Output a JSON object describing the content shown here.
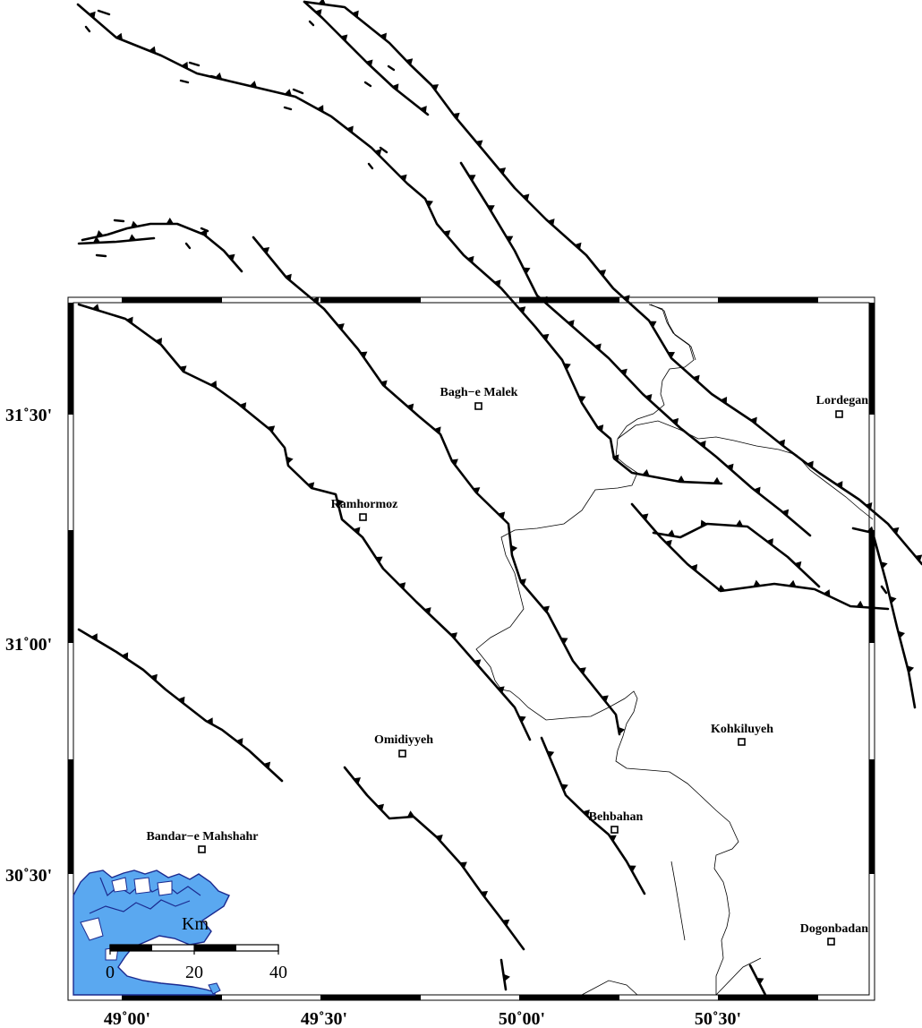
{
  "map": {
    "cities": [
      {
        "id": "bagh-e-malek",
        "name": "Bagh−e Malek"
      },
      {
        "id": "lordegan",
        "name": "Lordegan"
      },
      {
        "id": "ramhormoz",
        "name": "Ramhormoz"
      },
      {
        "id": "omidiyyeh",
        "name": "Omidiyyeh"
      },
      {
        "id": "kohkiluyeh",
        "name": "Kohkiluyeh"
      },
      {
        "id": "behbahan",
        "name": "Behbahan"
      },
      {
        "id": "bandar-e-mahshahr",
        "name": "Bandar−e Mahshahr"
      },
      {
        "id": "dogonbadan",
        "name": "Dogonbadan"
      }
    ],
    "lat_labels": [
      "31˚30'",
      "31˚00'",
      "30˚30'"
    ],
    "lon_labels": [
      "49˚00'",
      "49˚30'",
      "50˚00'",
      "50˚30'"
    ],
    "scale_bar": {
      "unit": "Km",
      "ticks": [
        "0",
        "20",
        "40"
      ]
    },
    "colors": {
      "water": "#5aa8f0",
      "coast": "#1b2a8f",
      "fault": "#000000",
      "frame": "#000000"
    }
  }
}
